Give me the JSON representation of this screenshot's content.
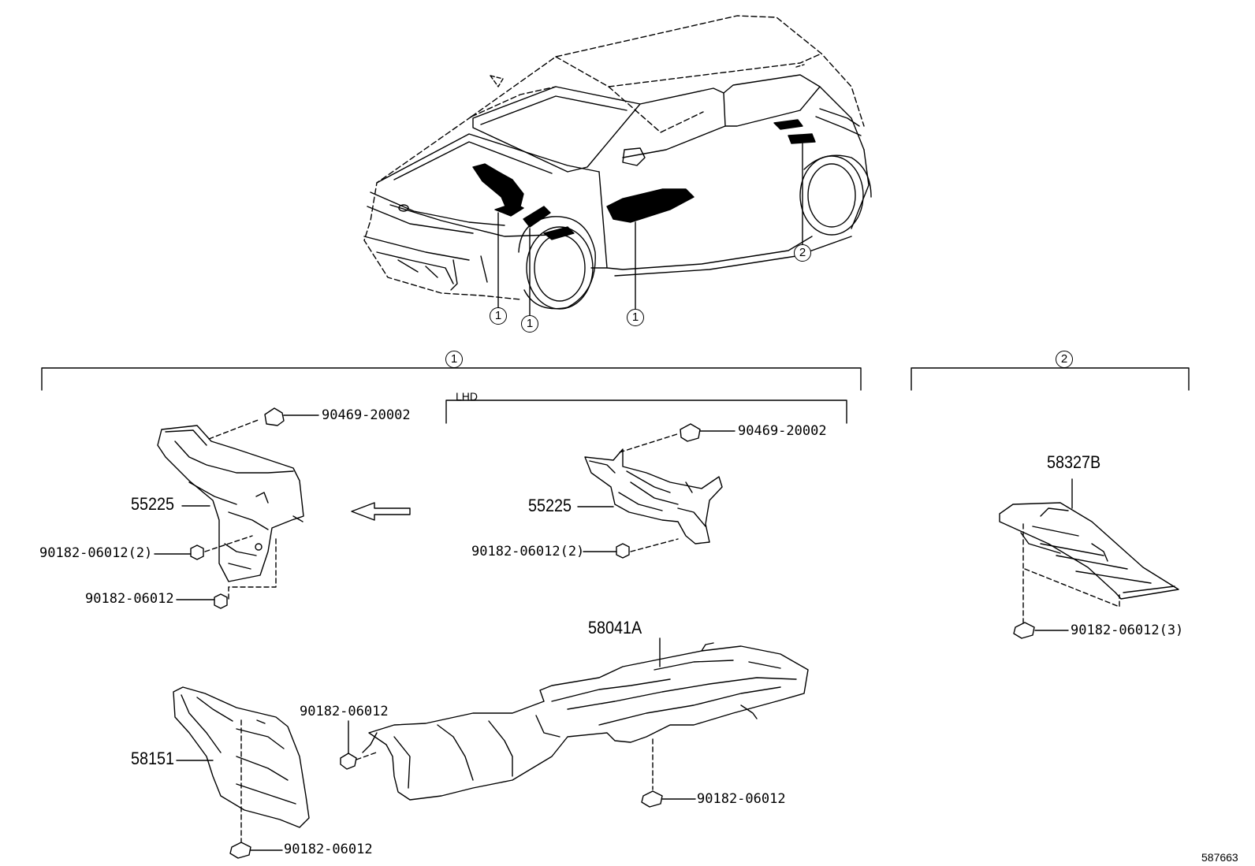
{
  "callouts": {
    "c1_a": "1",
    "c1_b": "1",
    "c1_c": "1",
    "c2_a": "2",
    "group1": "1",
    "group2": "2"
  },
  "labels": {
    "lhd": "LHD",
    "p_90469_left": "90469-20002",
    "p_90469_right": "90469-20002",
    "p_55225_left": "55225",
    "p_55225_right": "55225",
    "p_nut_left_1": "90182-06012(2)",
    "p_nut_left_2": "90182-06012",
    "p_nut_right_1": "90182-06012(2)",
    "p_58327b": "58327B",
    "p_nut_58327b": "90182-06012(3)",
    "p_58041a": "58041A",
    "p_nut_58041a_left": "90182-06012",
    "p_nut_58041a_bottom": "90182-06012",
    "p_58151": "58151",
    "p_nut_58151": "90182-06012",
    "diagram_number": "587663"
  }
}
